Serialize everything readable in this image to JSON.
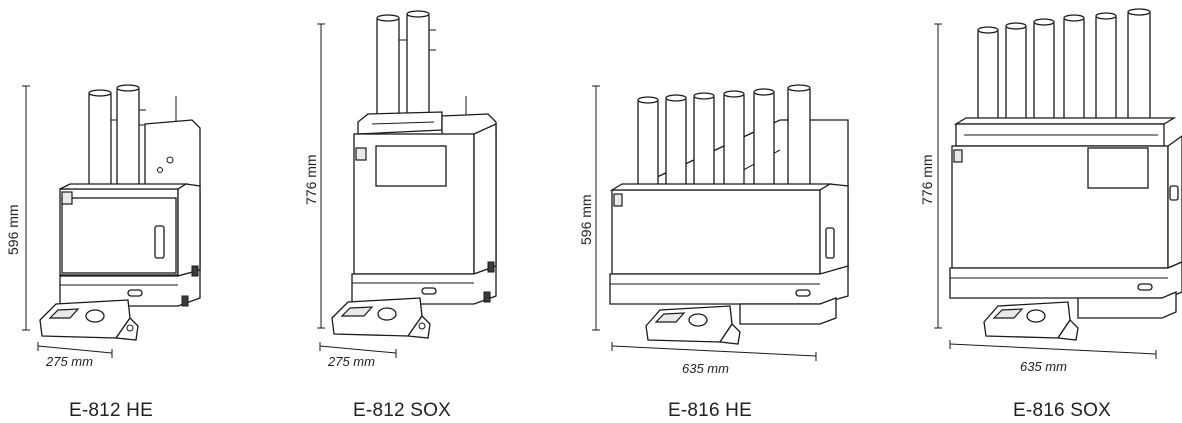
{
  "units": [
    {
      "model": "E-812 HE",
      "height_dim": "596 mm",
      "width_dim": "275 mm"
    },
    {
      "model": "E-812 SOX",
      "height_dim": "776 mm",
      "width_dim": "275 mm"
    },
    {
      "model": "E-816 HE",
      "height_dim": "596 mm",
      "width_dim": "635 mm"
    },
    {
      "model": "E-816 SOX",
      "height_dim": "776 mm",
      "width_dim": "635 mm"
    }
  ]
}
